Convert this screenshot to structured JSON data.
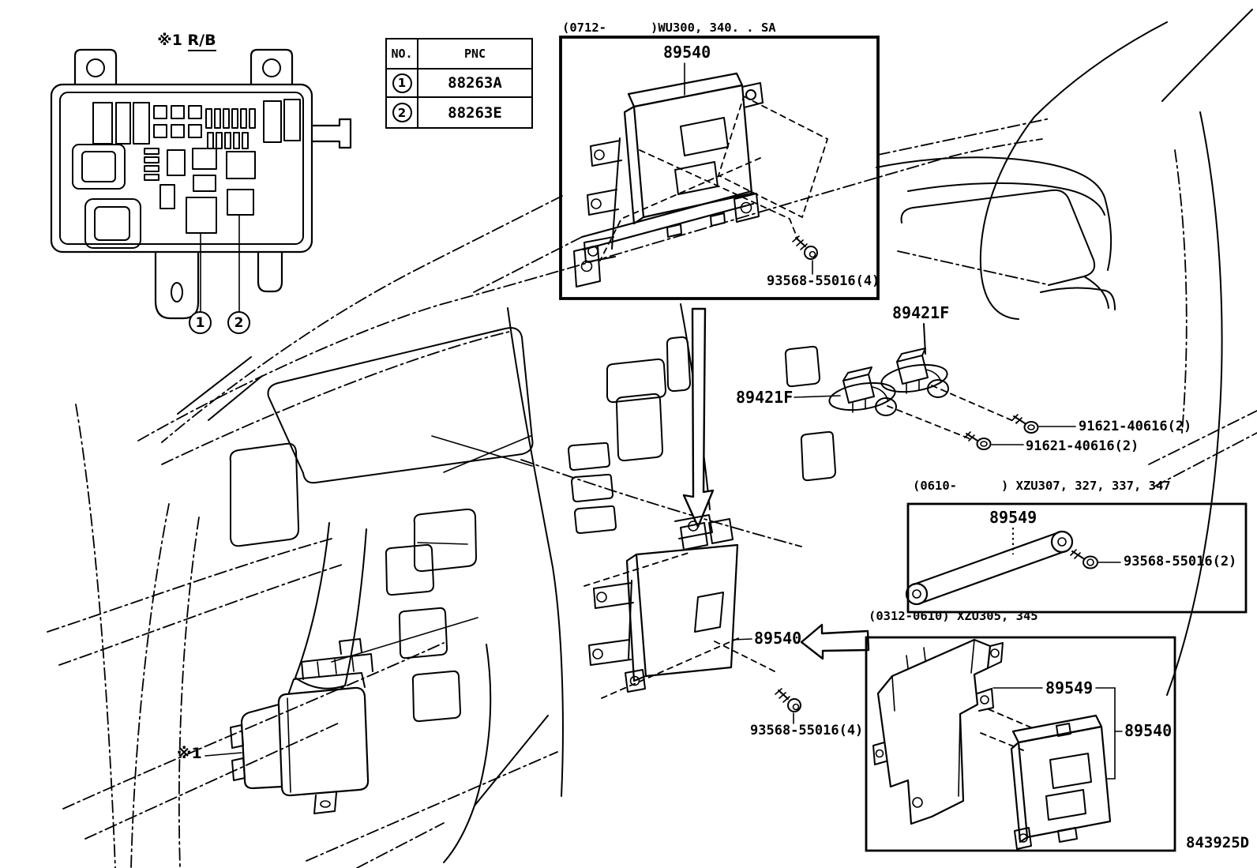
{
  "drawing": {
    "number": "843925D"
  },
  "fusebox": {
    "note_prefix": "※1 ",
    "note_name": "R/B",
    "callout_1": "1",
    "callout_2": "2"
  },
  "legend": {
    "header_no": "NO.",
    "header_pnc": "PNC",
    "rows": [
      {
        "no": "1",
        "pnc": "88263A"
      },
      {
        "no": "2",
        "pnc": "88263E"
      }
    ]
  },
  "inset_wu300": {
    "header": "(0712-      )WU300, 340. . SA",
    "ecu_label": "89540",
    "screw_label": "93568-55016(4)"
  },
  "sensors": {
    "upper_label": "89421F",
    "lower_label": "89421F",
    "bolt_upper_label": "91621-40616(2)",
    "bolt_lower_label": "91621-40616(2)"
  },
  "inset_xzu307": {
    "header": "(0610-      ) XZU307, 327, 337, 347",
    "strap_label": "89549",
    "screw_label": "93568-55016(2)"
  },
  "main": {
    "ecu_label": "89540",
    "screw_label": "93568-55016(4)",
    "relay_note": "※1"
  },
  "inset_xzu305": {
    "header": "(0312-0610) XZU305, 345",
    "bracket_label": "89549",
    "ecu_label": "89540"
  }
}
